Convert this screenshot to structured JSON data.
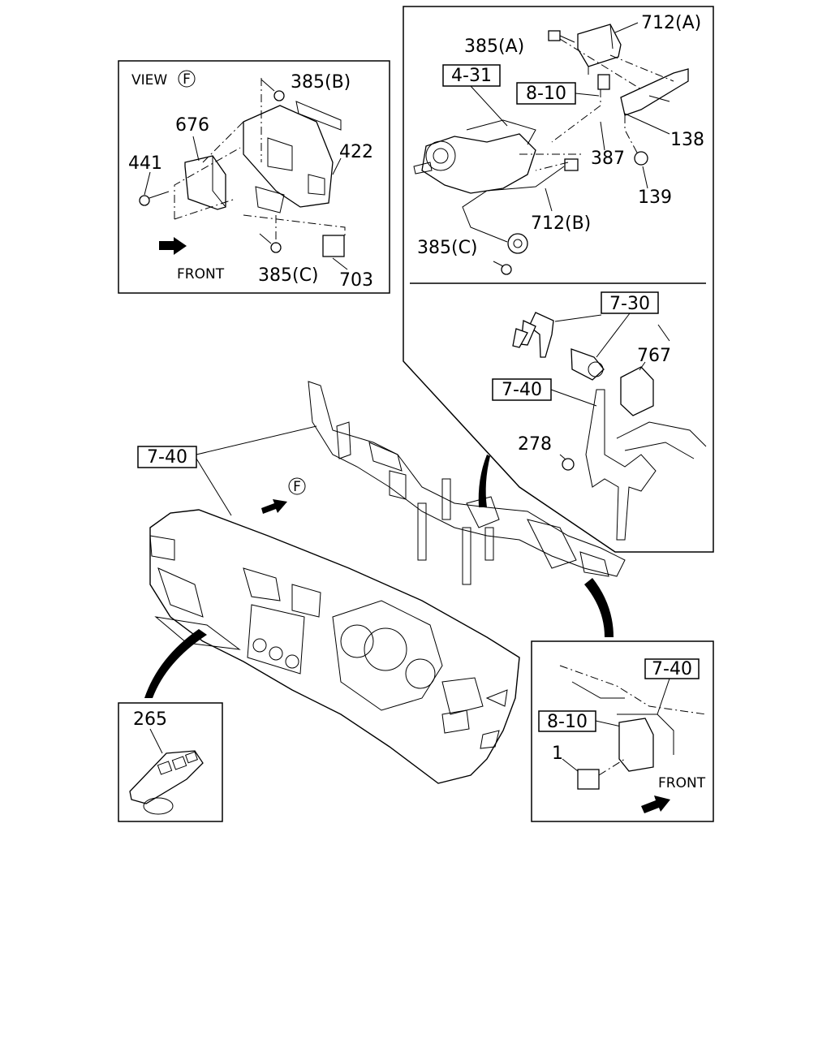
{
  "view_inset": {
    "view_label": "VIEW",
    "view_letter": "F",
    "parts": {
      "p385b": "385(B)",
      "p676": "676",
      "p422": "422",
      "p441": "441",
      "p385c": "385(C)",
      "p703": "703"
    },
    "front_label": "FRONT"
  },
  "ignition_inset": {
    "parts": {
      "p712a": "712(A)",
      "p385a": "385(A)",
      "p138": "138",
      "p387": "387",
      "p139": "139",
      "p712b": "712(B)",
      "p385c": "385(C)",
      "p767": "767",
      "p278": "278"
    },
    "refs": {
      "r431": "4-31",
      "r810": "8-10",
      "r730": "7-30",
      "r740": "7-40"
    }
  },
  "main": {
    "ref_740": "7-40",
    "view_letter": "F"
  },
  "remote_inset": {
    "part": "265"
  },
  "relay_inset": {
    "ref_740": "7-40",
    "ref_810": "8-10",
    "part": "1",
    "front_label": "FRONT"
  }
}
